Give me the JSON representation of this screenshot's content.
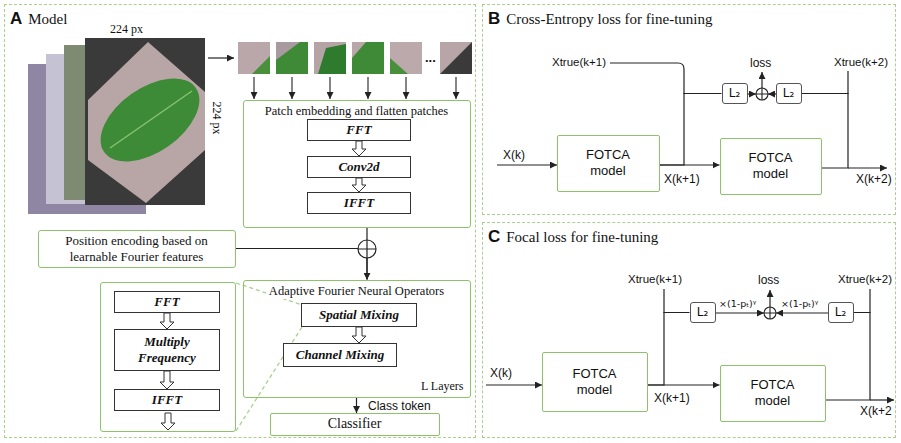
{
  "diagram": {
    "nodes": [
      {
        "text": [
          "A",
          "Model"
        ]
      },
      {
        "text": [
          "Patch embedding and flatten patches"
        ],
        "in": 0
      },
      {
        "text": [
          "FFT"
        ],
        "in": 1
      },
      {
        "text": [
          "Conv2d"
        ],
        "in": 1
      },
      {
        "text": [
          "IFFT"
        ],
        "in": 1
      },
      {
        "text": [
          "Position encoding based on learnable Fourier features"
        ],
        "in": 0
      },
      {
        "text": [
          "Adaptive Fourier Neural Operators",
          "L Layers"
        ],
        "in": 0
      },
      {
        "text": [
          "Spatial Mixing"
        ],
        "in": 6
      },
      {
        "text": [
          "Channel Mixing"
        ],
        "in": 6
      },
      {
        "text": [],
        "in": 0
      },
      {
        "text": [
          "FFT"
        ],
        "in": 9
      },
      {
        "text": [
          "Multiply Frequency"
        ],
        "in": 9
      },
      {
        "text": [
          "IFFT"
        ],
        "in": 9
      },
      {
        "text": [
          "Classifier"
        ],
        "in": 0
      },
      {
        "text": [
          "B",
          "Cross-Entropy loss for fine-tuning"
        ]
      },
      {
        "text": [
          "FOTCA model"
        ],
        "in": 14
      },
      {
        "text": [
          "FOTCA model"
        ],
        "in": 14
      },
      {
        "text": [
          "L₂"
        ],
        "in": 14
      },
      {
        "text": [
          "L₂"
        ],
        "in": 14
      },
      {
        "text": [
          "C",
          "Focal loss for fine-tuning"
        ]
      },
      {
        "text": [
          "FOTCA model"
        ],
        "in": 19
      },
      {
        "text": [
          "FOTCA model"
        ],
        "in": 19
      },
      {
        "text": [
          "L₂"
        ],
        "in": 19
      },
      {
        "text": [
          "L₂"
        ],
        "in": 19
      }
    ],
    "edges": [
      {
        "from": 2,
        "to": 3,
        "arrow": "to"
      },
      {
        "from": 3,
        "to": 4,
        "arrow": "to"
      },
      {
        "from": 1,
        "to": 6,
        "arrow": "to"
      },
      {
        "from": 5,
        "to": 6,
        "arrow": "to"
      },
      {
        "from": 7,
        "to": 8,
        "arrow": "to"
      },
      {
        "from": 10,
        "to": 11,
        "arrow": "to"
      },
      {
        "from": 11,
        "to": 12,
        "arrow": "to"
      },
      {
        "from": 6,
        "to": 13,
        "arrow": "to",
        "label": "Class token"
      },
      {
        "from": 15,
        "to": 16,
        "arrow": "to",
        "label": "X(k+1)"
      },
      {
        "from": 15,
        "to": 17,
        "arrow": "none"
      },
      {
        "from": 16,
        "to": 18,
        "arrow": "none"
      },
      {
        "from": 20,
        "to": 21,
        "arrow": "to",
        "label": "X(k+1)"
      },
      {
        "from": 20,
        "to": 22,
        "arrow": "none"
      },
      {
        "from": 21,
        "to": 23,
        "arrow": "none"
      }
    ],
    "labels": [
      "224 px",
      "224 px",
      "...",
      "X(k)",
      "Xtrue(k+1)",
      "loss",
      "Xtrue(k+2)",
      "X(k+2)",
      "X(k)",
      "Xtrue(k+1)",
      "×(1-pₜ)ᵞ",
      "loss",
      "×(1-pₜ)ᵞ",
      "Xtrue(k+2)",
      "X(k+2"
    ]
  }
}
